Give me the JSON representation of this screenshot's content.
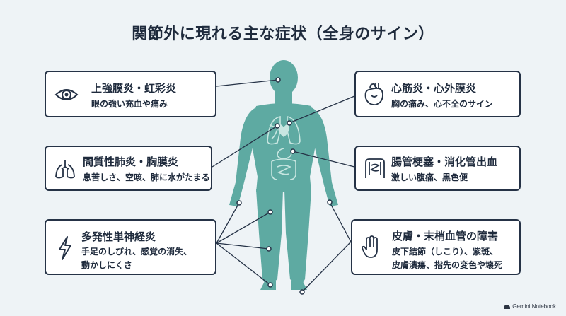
{
  "title": "関節外に現れる主な症状（全身のサイン）",
  "colors": {
    "body": "#5eaaa2",
    "organ": "#c8e6e1",
    "border": "#253246",
    "background": "#eef3f6"
  },
  "cards": {
    "eye": {
      "icon": "eye-icon",
      "title": "上強膜炎・虹彩炎",
      "desc": "眼の強い充血や痛み"
    },
    "lung": {
      "icon": "lungs-icon",
      "title": "間質性肺炎・胸膜炎",
      "desc": "息苦しさ、空咳、肺に水がたまる"
    },
    "nerve": {
      "icon": "lightning-icon",
      "title": "多発性単神経炎",
      "desc": "手足のしびれ、感覚の消失、\n動かしにくさ"
    },
    "heart": {
      "icon": "heart-icon",
      "title": "心筋炎・心外膜炎",
      "desc": "胸の痛み、心不全のサイン"
    },
    "intestine": {
      "icon": "intestine-icon",
      "title": "腸管梗塞・消化管出血",
      "desc": "激しい腹痛、黒色便"
    },
    "skin": {
      "icon": "hand-icon",
      "title": "皮膚・末梢血管の障害",
      "desc": "皮下結節（しこり）、紫斑、\n皮膚潰瘍、指先の変色や壊死"
    }
  },
  "brand": "Gemini Notebook"
}
